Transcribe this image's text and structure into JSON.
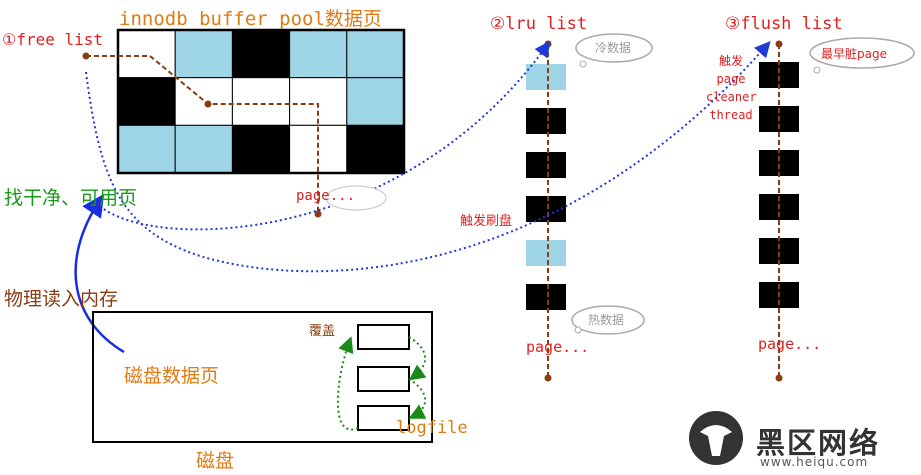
{
  "labels": {
    "buffer_pool_title": "innodb buffer pool数据页",
    "free_list": "①free list",
    "lru_list": "②lru list",
    "flush_list": "③flush list",
    "cold_data": "冷数据",
    "earliest_dirty": "最早脏page",
    "trigger_page_cleaner_lines": [
      "触发",
      "page",
      "cleaner",
      "thread"
    ],
    "trigger_flush": "触发刷盘",
    "hot_data": "热数据",
    "page_ellipsis_pool": "page...",
    "page_ellipsis_lru": "page...",
    "page_ellipsis_flush": "page...",
    "find_free_page": "找干净、可用页",
    "physical_read": "物理读入内存",
    "disk_data_page": "磁盘数据页",
    "overwrite": "覆盖",
    "logfile": "logfile",
    "disk": "磁盘"
  },
  "buffer_pool_grid": {
    "rows": [
      [
        "white",
        "blue",
        "black",
        "blue",
        "blue"
      ],
      [
        "black",
        "white",
        "white",
        "white",
        "blue"
      ],
      [
        "blue",
        "blue",
        "black",
        "white",
        "black"
      ]
    ]
  },
  "lru_blocks": [
    "blue",
    "black",
    "black",
    "black",
    "blue",
    "black"
  ],
  "flush_blocks": [
    "black",
    "black",
    "black",
    "black",
    "black",
    "black"
  ],
  "colors": {
    "blue_cell": "#9dd4e6",
    "black_cell": "#000000",
    "dotted_blue": "#1f3ad6",
    "dashed_brown": "#8a3d12",
    "dotted_green": "#1a8a1a"
  },
  "watermark": {
    "brand": "黑区网络",
    "url": "www.heiqu.com"
  }
}
